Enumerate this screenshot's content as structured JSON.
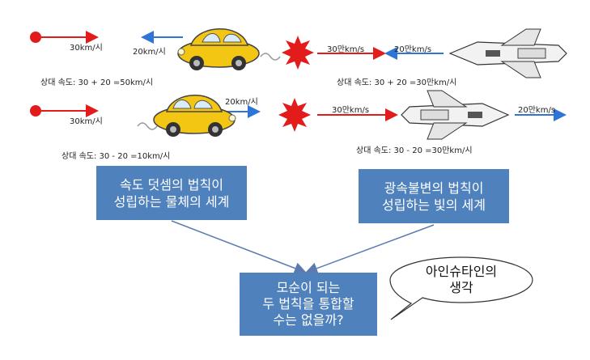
{
  "row1": {
    "left_speed": "30km/시",
    "car_speed": "20km/시",
    "left_relative": "상대 속도: 30 + 20 =50km/시",
    "light_speed": "30만km/s",
    "shuttle_speed": "20만km/s",
    "right_relative": "상대 속도: 30 + 20 =30만km/시"
  },
  "row2": {
    "left_speed": "30km/시",
    "car_speed": "20km/시",
    "left_relative": "상대 속도: 30 - 20 =10km/시",
    "light_speed": "30만km/s",
    "shuttle_speed": "20만km/s",
    "right_relative": "상대 속도: 30 - 20 =30만km/시"
  },
  "box_left": {
    "line1": "속도 덧셈의 법칙이",
    "line2": "성립하는 물체의 세계"
  },
  "box_right": {
    "line1": "광속불변의 법칙이",
    "line2": "성립하는 빛의 세계"
  },
  "box_bottom": {
    "line1": "모순이 되는",
    "line2": "두 법칙을 통합할",
    "line3": "수는 없을까?"
  },
  "bubble": {
    "line1": "아인슈타인의",
    "line2": "생각"
  },
  "colors": {
    "box": "#4f81bd",
    "red": "#e31b1b",
    "blue": "#2e75d6",
    "car": "#f3c614"
  }
}
